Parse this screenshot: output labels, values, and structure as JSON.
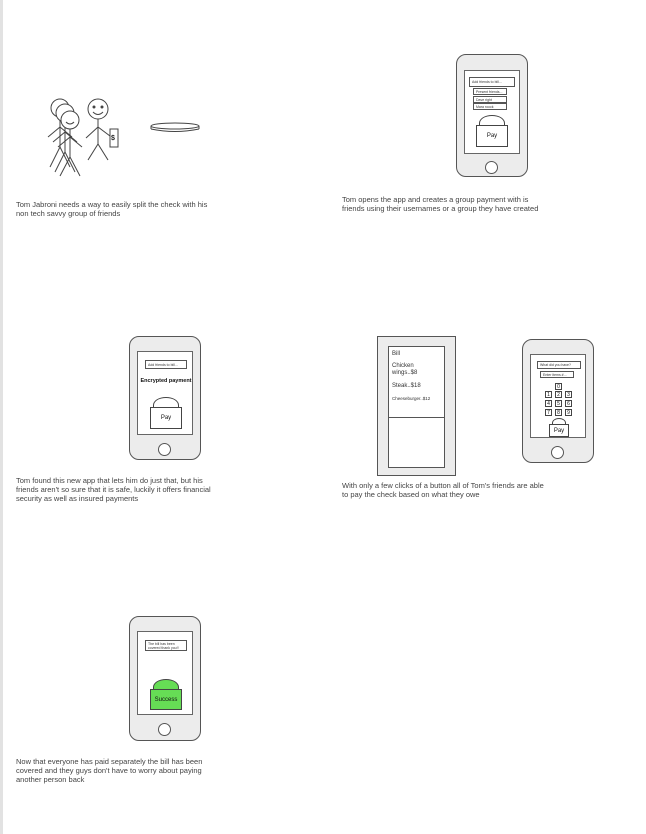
{
  "panels": [
    {
      "caption": "Tom Jabroni needs a way to easily split the check with his non tech savvy group of friends",
      "money_label": "$"
    },
    {
      "caption": "Tom opens the app and creates a group payment with is friends using their usernames or a group they have created",
      "screen": {
        "header_box": "Add friends to bill...",
        "list_items": [
          "Present friends...",
          "Dave right",
          "Mara roock"
        ],
        "pay_label": "Pay"
      }
    },
    {
      "caption": "Tom found this new app that lets him do just that, but his friends aren't so sure that it is safe, luckily it offers financial security as well as insured payments",
      "screen": {
        "header_box": "Add friends to bill...",
        "encrypted_label": "Encrypted payment",
        "pay_label": "Pay"
      }
    },
    {
      "caption": "With only a few clicks of a button all of Tom's friends are able to pay the check based on what they owe",
      "bill": {
        "title": "Bill",
        "items": [
          "Chicken wings..$8",
          "Steak..$18",
          "Cheeseburger..$12"
        ]
      },
      "screen": {
        "question": "What did you have?",
        "input": "Enter items #...",
        "keys": [
          "0",
          "1",
          "2",
          "3",
          "4",
          "5",
          "6",
          "7",
          "8",
          "9"
        ],
        "pay_label": "Pay"
      }
    },
    {
      "caption": "Now that everyone has paid separately the bill has been covered and they guys don't have to worry about paying another person back",
      "screen": {
        "message": "The bill has been covered thank you!!",
        "success_label": "Success"
      }
    }
  ],
  "colors": {
    "success_green": "#66dd55",
    "phone_gray": "#ececec"
  }
}
